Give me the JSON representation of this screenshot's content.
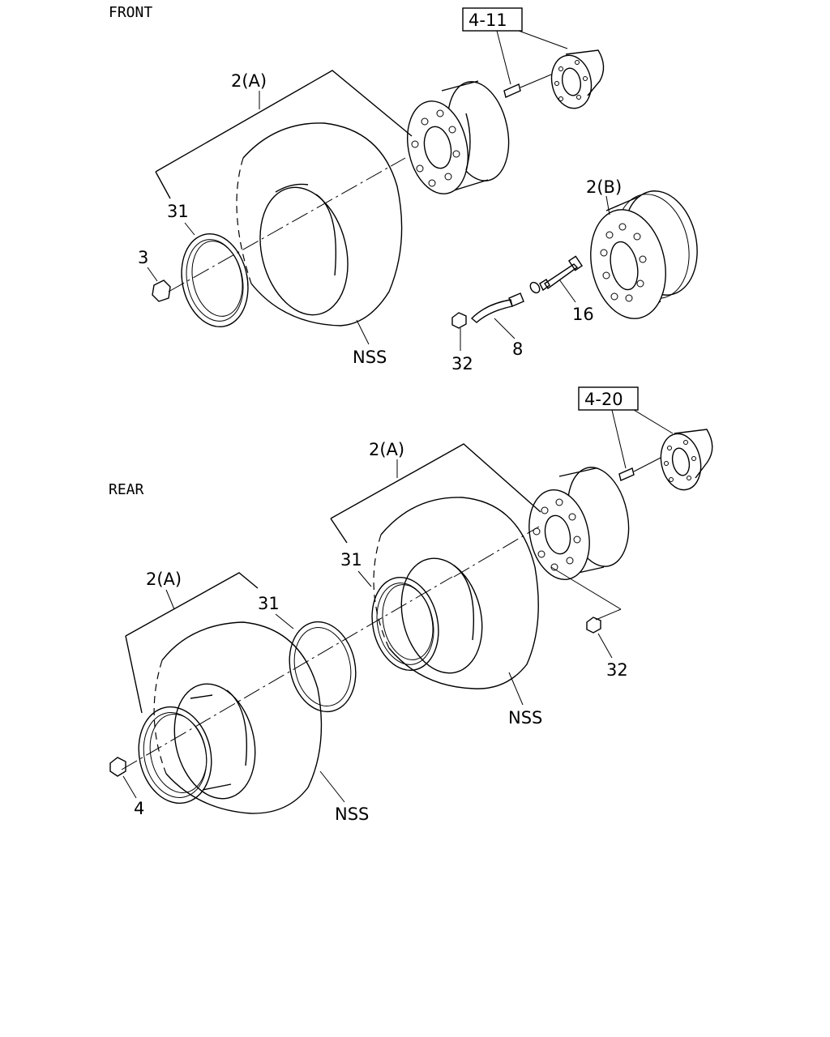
{
  "sections": {
    "front": "FRONT",
    "rear": "REAR"
  },
  "refs": {
    "front_hub": "4-11",
    "rear_hub": "4-20"
  },
  "front": {
    "tire_assy": "2(A)",
    "rim": "2(B)",
    "ring": "31",
    "nut": "3",
    "tire": "NSS",
    "extension_hose": "16",
    "valve_stem": "8",
    "nut_32": "32"
  },
  "rear": {
    "inner_assy": "2(A)",
    "outer_assy": "2(A)",
    "inner_ring": "31",
    "outer_ring": "31",
    "nut_32": "32",
    "inner_tire": "NSS",
    "outer_tire": "NSS",
    "nut_4": "4"
  }
}
